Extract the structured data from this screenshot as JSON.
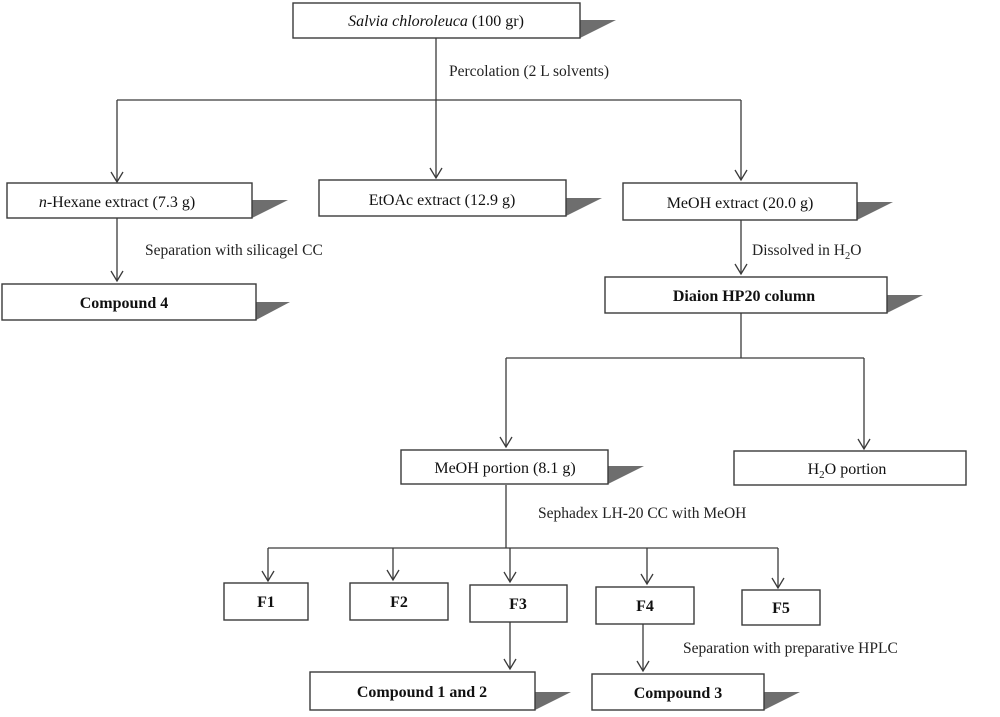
{
  "boxes": {
    "source": {
      "italic": "Salvia chloroleuca",
      "rest": "  (100 gr)"
    },
    "hexane": {
      "italic": "n",
      "rest": "-Hexane extract (7.3 g)"
    },
    "etoac": {
      "text": "EtOAc extract (12.9 g)"
    },
    "meoh_extract": {
      "text": "MeOH extract (20.0 g)"
    },
    "compound4": {
      "text": "Compound 4"
    },
    "diaion": {
      "text": "Diaion HP20 column"
    },
    "meoh_portion": {
      "text": "MeOH portion (8.1 g)"
    },
    "h2o_portion": {
      "pre": "H",
      "sub": "2",
      "post": "O  portion"
    },
    "f1": {
      "text": "F1"
    },
    "f2": {
      "text": "F2"
    },
    "f3": {
      "text": "F3"
    },
    "f4": {
      "text": "F4"
    },
    "f5": {
      "text": "F5"
    },
    "compound12": {
      "text": "Compound 1 and  2"
    },
    "compound3": {
      "text": "Compound 3"
    }
  },
  "notes": {
    "percolation": "Percolation  (2 L solvents)",
    "silicagel": "Separation with silicagel  CC",
    "dissolved": {
      "pre": "Dissolved in H",
      "sub": "2",
      "post": "O"
    },
    "sephadex": "Sephadex LH-20 CC with MeOH",
    "hplc": "Separation with preparative HPLC"
  }
}
